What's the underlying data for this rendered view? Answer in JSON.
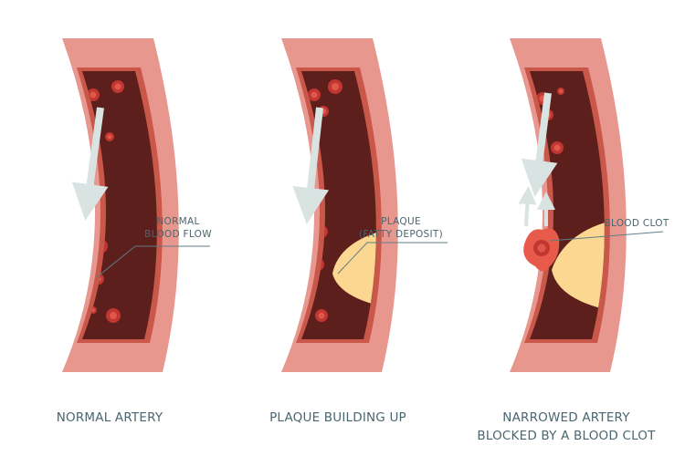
{
  "panels": [
    {
      "caption": [
        "NORMAL ARTERY"
      ],
      "callout": [
        "NORMAL",
        "BLOOD FLOW"
      ]
    },
    {
      "caption": [
        "PLAQUE BUILDING UP"
      ],
      "callout": [
        "PLAQUE",
        "(FATTY DEPOSIT)"
      ]
    },
    {
      "caption": [
        "NARROWED ARTERY",
        "BLOCKED BY A BLOOD CLOT"
      ],
      "callout": [
        "BLOOD CLOT"
      ]
    }
  ],
  "colors": {
    "vessel_wall": "#e8978f",
    "vessel_inner": "#c9574a",
    "lumen": "#5c1f1c",
    "blood_cell": "#c23631",
    "plaque": "#fbd791",
    "clot": "#e85a4a",
    "arrow": "#d9e3e2",
    "label_text": "#4a6670"
  }
}
